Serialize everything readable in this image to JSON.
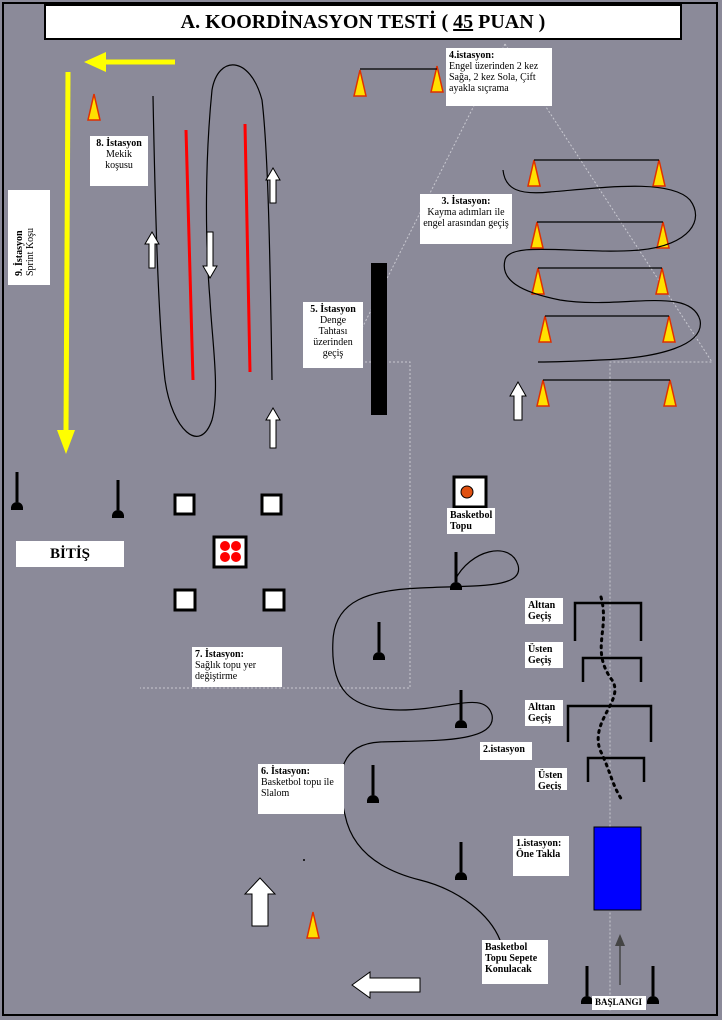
{
  "title": {
    "prefix": "A. KOORDİNASYON TESTİ (",
    "points": "45",
    "suffix": "PUAN )"
  },
  "labels": {
    "station4": {
      "head": "4.istasyon:",
      "body": "Engel üzerinden 2 kez Sağa, 2 kez Sola, Çift ayakla sıçrama"
    },
    "station8": {
      "head": "8. İstasyon",
      "body": "Mekik koşusu"
    },
    "station9": {
      "head": "9. İstasyon",
      "body": "Sprint Koşu"
    },
    "station3": {
      "head": "3. İstasyon:",
      "body": "Kayma adımları ile engel arasından geçiş"
    },
    "station5": {
      "head": "5. İstasyon",
      "body": "Denge Tahtası üzerinden geçiş"
    },
    "basketball": {
      "text": "Basketbol Topu"
    },
    "finish": {
      "text": "BİTİŞ"
    },
    "alttan1": {
      "text": "Alttan Geçiş"
    },
    "usten1": {
      "text": "Üsten Geçiş"
    },
    "alttan2": {
      "text": "Alttan Geçiş"
    },
    "usten2": {
      "text": "Üsten Geçiş"
    },
    "station7": {
      "head": "7. İstasyon:",
      "body": "Sağlık topu yer değiştirme"
    },
    "station2": {
      "text": "2.istasyon"
    },
    "station6": {
      "head": "6. İstasyon:",
      "body": "Basketbol topu ile Slalom"
    },
    "station1": {
      "head": "1.istasyon:",
      "body": "Öne Takla"
    },
    "basket": {
      "text": "Basketbol Topu Sepete Konulacak"
    },
    "start": {
      "text": "BAŞLANGI"
    }
  },
  "colors": {
    "field": "#8b8a99",
    "sprint_arrow": "#ffff00",
    "cone": "#ffe000",
    "cone_edge": "#e03000",
    "mat": "#0000ff",
    "pole": "#ff0000"
  }
}
